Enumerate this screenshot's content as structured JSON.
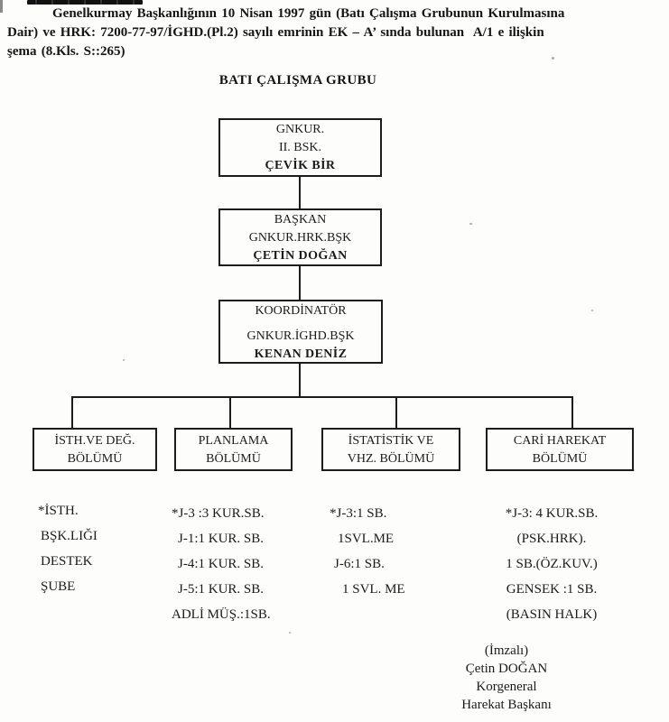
{
  "intro": {
    "lines": [
      "Genelkurmay Başkanlığının 10 Nisan 1997 gün (Batı Çalışma Grubunun Kurulmasına",
      "Dair) ve HRK: 7200-77-97/İGHD.(Pl.2) sayılı emrinin EK – A’ sında bulunan  A/1 e ilişkin",
      "şema (8.Kls. S::265)"
    ]
  },
  "title": "BATI ÇALIŞMA GRUBU",
  "org": {
    "chain": [
      {
        "role": "GNKUR.",
        "sub": "II. BSK.",
        "name": "ÇEVİK BİR"
      },
      {
        "role": "BAŞKAN",
        "sub": "GNKUR.HRK.BŞK",
        "name": "ÇETİN DOĞAN"
      },
      {
        "role": "KOORDİNATÖR",
        "sub": "GNKUR.İGHD.BŞK",
        "name": "KENAN DENİZ"
      }
    ],
    "departments": [
      {
        "line1": "İSTH.VE DEĞ.",
        "line2": "BÖLÜMÜ"
      },
      {
        "line1": "PLANLAMA",
        "line2": "BÖLÜMÜ"
      },
      {
        "line1": "İSTATİSTİK VE",
        "line2": "VHZ. BÖLÜMÜ"
      },
      {
        "line1": "CARİ HAREKAT",
        "line2": "BÖLÜMÜ"
      }
    ],
    "staff_columns": [
      {
        "items": [
          "*İSTH.",
          "BŞK.LIĞI",
          "DESTEK",
          "ŞUBE"
        ]
      },
      {
        "items": [
          "*J-3 :3 KUR.SB.",
          "J-1:1 KUR. SB.",
          "J-4:1 KUR. SB.",
          "J-5:1 KUR. SB.",
          "ADLİ MÜŞ.:1SB."
        ]
      },
      {
        "items": [
          "*J-3:1 SB.",
          "1SVL.ME",
          "J-6:1 SB.",
          "1 SVL. ME"
        ]
      },
      {
        "items": [
          "*J-3: 4 KUR.SB.",
          "(PSK.HRK).",
          "1 SB.(ÖZ.KUV.)",
          "GENSEK :1 SB.",
          "(BASIN HALK)"
        ]
      }
    ]
  },
  "signature": {
    "lines": [
      "(İmzalı)",
      "Çetin DOĞAN",
      "Korgeneral",
      "Harekat Başkanı"
    ]
  },
  "colors": {
    "ink": "#1b1b1b",
    "paper": "#fdfdfb"
  }
}
